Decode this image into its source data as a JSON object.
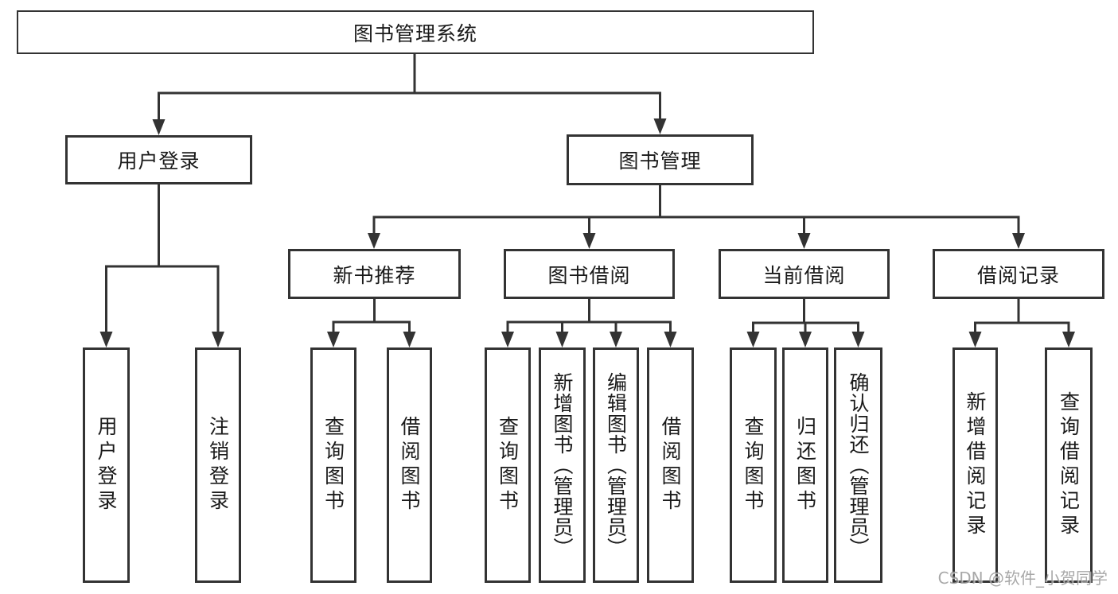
{
  "colors": {
    "background": "#ffffff",
    "line": "#333333",
    "box_border": "#333333",
    "box_fill": "#ffffff",
    "text": "#1a1a1a",
    "watermark": "#9a9a9a"
  },
  "nodes": {
    "root": {
      "label": "图书管理系统"
    },
    "level2": [
      {
        "id": "user-login",
        "label": "用户登录"
      },
      {
        "id": "book-management",
        "label": "图书管理"
      }
    ],
    "level3": [
      {
        "id": "new-book-recommend",
        "label": "新书推荐"
      },
      {
        "id": "book-borrowing",
        "label": "图书借阅"
      },
      {
        "id": "current-borrowing",
        "label": "当前借阅"
      },
      {
        "id": "borrowing-records",
        "label": "借阅记录"
      }
    ],
    "leaves": {
      "user_login": [
        "用户登录",
        "注销登录"
      ],
      "new_book_recommend": [
        "查询图书",
        "借阅图书"
      ],
      "book_borrowing": [
        "查询图书",
        "新增图书（管理员）",
        "编辑图书（管理员）",
        "借阅图书"
      ],
      "current_borrowing": [
        "查询图书",
        "归还图书",
        "确认归还（管理员）"
      ],
      "borrowing_records": [
        "新增借阅记录",
        "查询借阅记录"
      ]
    }
  },
  "watermark": {
    "text": "CSDN @软件_小贺同学"
  }
}
